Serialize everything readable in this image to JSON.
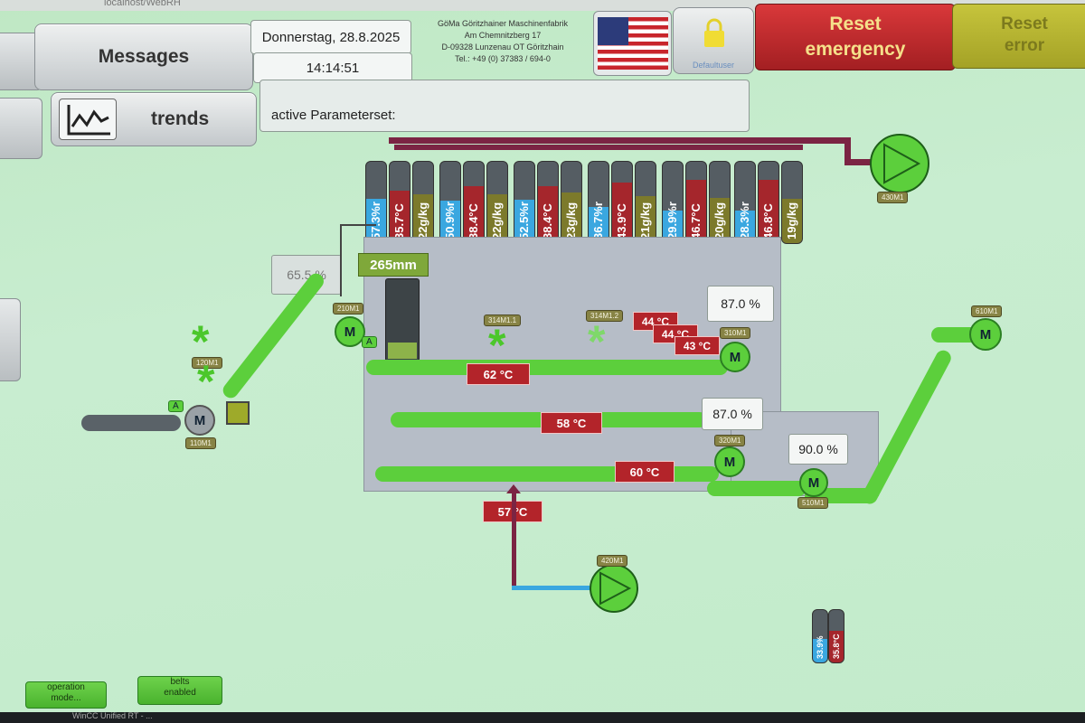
{
  "browser": {
    "address": "localhost/WebRH"
  },
  "header": {
    "messages_label": "Messages",
    "trends_label": "trends",
    "date": "Donnerstag, 28.8.2025",
    "time": "14:14:51",
    "company_lines": [
      "GöMa Göritzhainer Maschinenfabrik",
      "Am Chemnitzberg 17",
      "D-09328 Lunzenau OT Göritzhain",
      "Tel.: +49 (0) 37383 / 694-0"
    ],
    "user_label": "Defaultuser",
    "reset_emergency": [
      "Reset",
      "emergency"
    ],
    "reset_error": [
      "Reset",
      "error"
    ],
    "param_label": "active Parameterset:"
  },
  "plant": {
    "level_mm": "265mm",
    "feed_pct": "65.5 %",
    "pct_top": "87.0 %",
    "pct_mid": "87.0 %",
    "pct_right": "90.0 %",
    "temps": {
      "belt1": "62 °C",
      "belt2": "58 °C",
      "belt3": "60 °C",
      "inlet": "57 °C",
      "t1": "44 °C",
      "t2": "44 °C",
      "t3": "43 °C"
    },
    "motor_letter": "M",
    "auto_letter": "A",
    "labels": {
      "m210": "210M1",
      "m120": "120M1",
      "m110": "110M1",
      "m314_1": "314M1.1",
      "m314_2": "314M1.2",
      "m310": "310M1",
      "m320": "320M1",
      "m430": "430M1",
      "m420": "420M1",
      "m610": "610M1",
      "m510": "510M1"
    },
    "sensors": [
      {
        "value": "57.3%r",
        "kind": "humidity",
        "level": 0.55
      },
      {
        "value": "35.7°C",
        "kind": "temp",
        "level": 0.65
      },
      {
        "value": "22g/kg",
        "kind": "abs",
        "level": 0.6
      },
      {
        "value": "50.9%r",
        "kind": "humidity",
        "level": 0.52
      },
      {
        "value": "38.4°C",
        "kind": "temp",
        "level": 0.7
      },
      {
        "value": "22g/kg",
        "kind": "abs",
        "level": 0.6
      },
      {
        "value": "52.5%r",
        "kind": "humidity",
        "level": 0.53
      },
      {
        "value": "38.4°C",
        "kind": "temp",
        "level": 0.7
      },
      {
        "value": "23g/kg",
        "kind": "abs",
        "level": 0.62
      },
      {
        "value": "36.7%r",
        "kind": "humidity",
        "level": 0.45
      },
      {
        "value": "43.9°C",
        "kind": "temp",
        "level": 0.75
      },
      {
        "value": "21g/kg",
        "kind": "abs",
        "level": 0.58
      },
      {
        "value": "29.9%r",
        "kind": "humidity",
        "level": 0.4
      },
      {
        "value": "46.7°C",
        "kind": "temp",
        "level": 0.78
      },
      {
        "value": "20g/kg",
        "kind": "abs",
        "level": 0.56
      },
      {
        "value": "28.3%r",
        "kind": "humidity",
        "level": 0.4
      },
      {
        "value": "46.8°C",
        "kind": "temp",
        "level": 0.78
      },
      {
        "value": "19g/kg",
        "kind": "abs",
        "level": 0.55
      }
    ],
    "bottom_sensors": [
      {
        "value": "33.9%",
        "kind": "humidity",
        "level": 0.45
      },
      {
        "value": "35.8°C",
        "kind": "temp",
        "level": 0.6
      }
    ]
  },
  "footer": {
    "operation_mode": [
      "operation",
      "mode..."
    ],
    "belts_enabled": [
      "belts",
      "enabled"
    ],
    "taskbar_item": "WinCC Unified RT - ..."
  },
  "colors": {
    "humidity": "#3aa7e0",
    "temp": "#a5262c",
    "abs": "#7c7a2b",
    "belt": "#5ccf3c",
    "alarm": "#b3242a"
  }
}
